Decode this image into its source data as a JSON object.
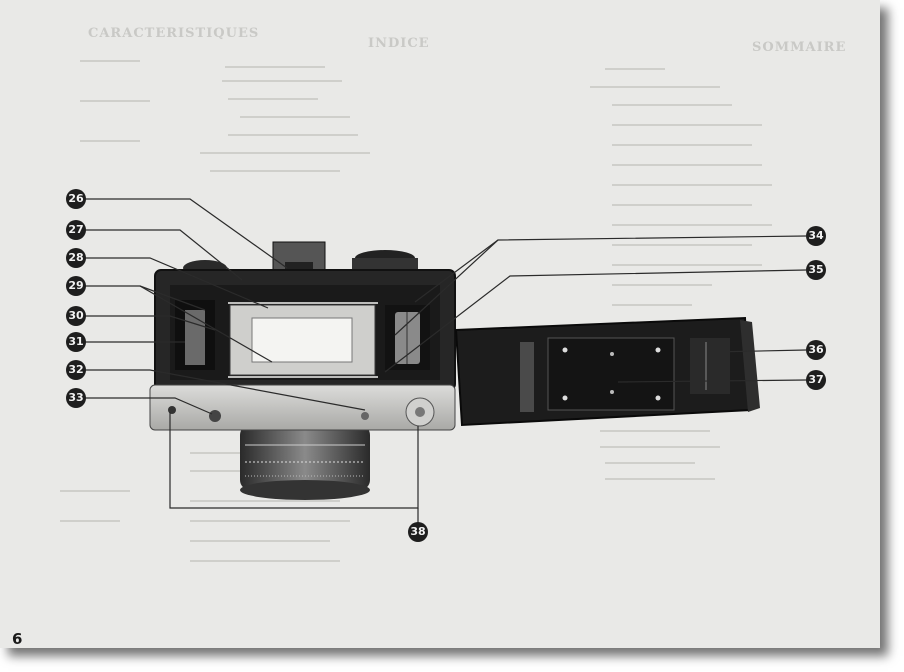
{
  "ghost_text": {
    "heading_left": "CARACTERISTIQUES",
    "heading_center": "INDICE",
    "heading_right": "SOMMAIRE"
  },
  "callouts": {
    "c26": "26",
    "c27": "27",
    "c28": "28",
    "c29": "29",
    "c30": "30",
    "c31": "31",
    "c32": "32",
    "c33": "33",
    "c34": "34",
    "c35": "35",
    "c36": "36",
    "c37": "37",
    "c38": "38"
  },
  "page_number": "6"
}
